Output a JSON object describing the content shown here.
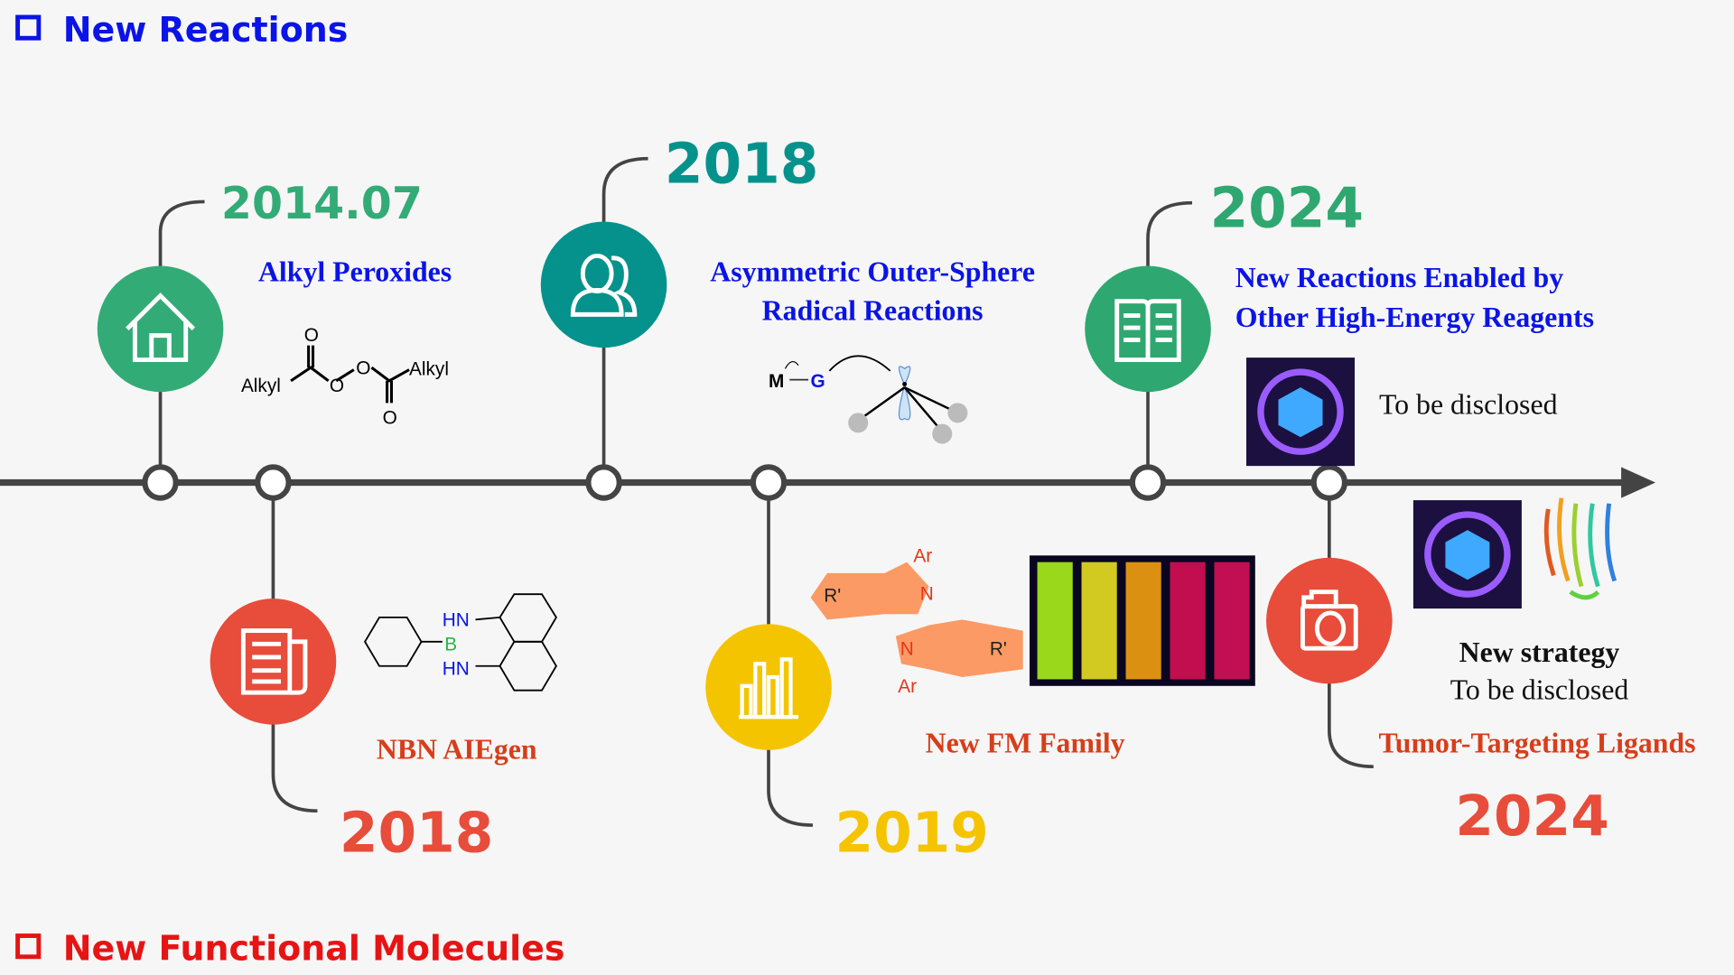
{
  "sections": {
    "reactions": {
      "label": "New Reactions",
      "color": "#0a14e6"
    },
    "molecules": {
      "label": "New Functional Molecules",
      "color": "#e61414"
    }
  },
  "events": [
    {
      "year": "2014.07",
      "title": [
        "Alkyl Peroxides"
      ],
      "color": "#33ab77",
      "icon": "house-icon"
    },
    {
      "year": "2018",
      "title": [
        "NBN AIEgen"
      ],
      "color": "#e84c3a",
      "icon": "newspaper-icon"
    },
    {
      "year": "2018",
      "title": [
        "Asymmetric Outer-Sphere",
        "Radical Reactions"
      ],
      "color": "#06928c",
      "icon": "users-icon"
    },
    {
      "year": "2019",
      "title": [
        "New FM Family"
      ],
      "color": "#f5c400",
      "icon": "bar-chart-icon"
    },
    {
      "year": "2024",
      "title": [
        "New Reactions Enabled by",
        "Other High-Energy Reagents"
      ],
      "note": "To be disclosed",
      "color": "#2ea870",
      "icon": "book-icon"
    },
    {
      "year": "2024",
      "title": [
        "Tumor-Targeting Ligands"
      ],
      "subtitle": "New strategy",
      "note": "To be disclosed",
      "color": "#e84c3a",
      "icon": "camera-icon"
    }
  ],
  "chem": {
    "alkyl": "Alkyl",
    "o": "O",
    "m": "M",
    "g": "G",
    "hn": "HN",
    "b": "B",
    "ar": "Ar",
    "n": "N",
    "r": "R'"
  }
}
